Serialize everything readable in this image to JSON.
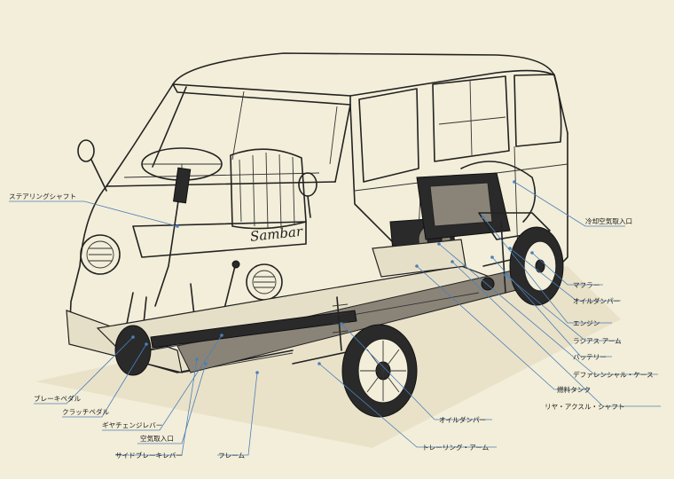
{
  "diagram": {
    "badge": "Sambar",
    "labels": {
      "steering_shaft": "ステアリングシャフト",
      "cooling_air_intake": "冷却空気取入口",
      "muffler": "マフラー",
      "oil_damper_rear": "オイルダンパー",
      "engine": "エンジン",
      "radius_arm": "ラジアス アーム",
      "battery": "バッテリー",
      "differential_case": "デファレンシャル・ケース",
      "fuel_tank": "燃料タンク",
      "rear_axle_shaft": "リヤ・アクスル・シャフト",
      "oil_damper_front": "オイルダンパー",
      "trailing_arm": "トレーリング・アーム",
      "brake_pedal": "ブレーキペダル",
      "clutch_pedal": "クラッチペダル",
      "gear_change_lever": "ギヤチェンジレバー",
      "air_intake": "空気取入口",
      "side_brake_lever": "サイドブレーキレバー",
      "frame": "フレーム"
    }
  }
}
